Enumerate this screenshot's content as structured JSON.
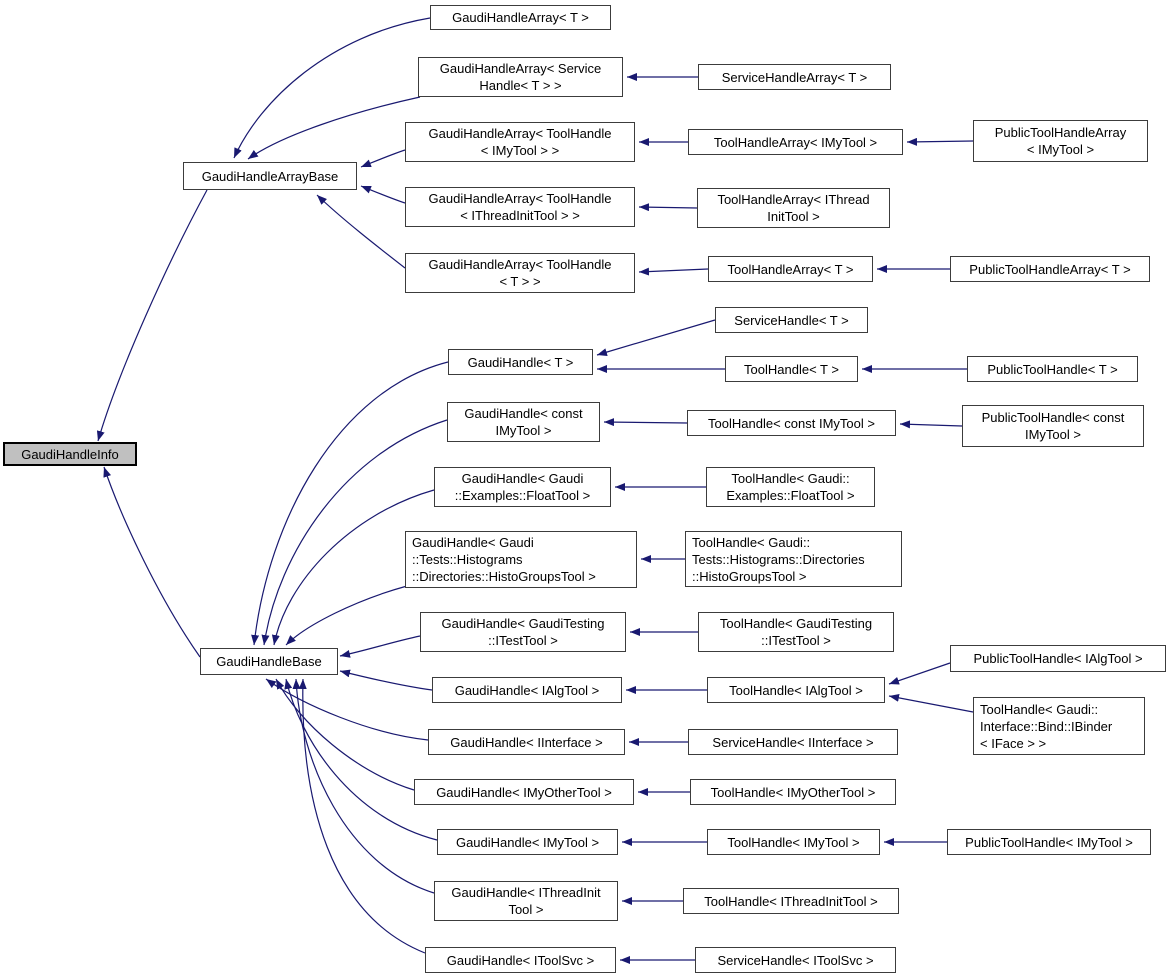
{
  "diagram": {
    "kind": "class-inheritance-graph",
    "root_class": "GaudiHandleInfo",
    "colors": {
      "edge": "#191970",
      "node_border": "#3c3c3c",
      "root_fill": "#c0c0c0",
      "node_fill": "#ffffff"
    }
  },
  "nodes": {
    "gaudiHandleInfo": {
      "label": "GaudiHandleInfo"
    },
    "gaudiHandleArrayBase": {
      "label": "GaudiHandleArrayBase"
    },
    "arrayT": {
      "label": "GaudiHandleArray< T >"
    },
    "arrayServiceHandle": {
      "label": "GaudiHandleArray< Service\nHandle< T > >"
    },
    "serviceHandleArrayT": {
      "label": "ServiceHandleArray< T >"
    },
    "arrayToolHandleIMyTool": {
      "label": "GaudiHandleArray< ToolHandle\n< IMyTool > >"
    },
    "toolHandleArrayIMyTool": {
      "label": "ToolHandleArray< IMyTool >"
    },
    "publicToolHandleArrayIMyTool": {
      "label": "PublicToolHandleArray\n< IMyTool >"
    },
    "arrayToolHandleIThreadInitTool": {
      "label": "GaudiHandleArray< ToolHandle\n< IThreadInitTool > >"
    },
    "toolHandleArrayIThreadInitTool": {
      "label": "ToolHandleArray< IThread\nInitTool >"
    },
    "arrayToolHandleT": {
      "label": "GaudiHandleArray< ToolHandle\n< T > >"
    },
    "toolHandleArrayT": {
      "label": "ToolHandleArray< T >"
    },
    "publicToolHandleArrayT": {
      "label": "PublicToolHandleArray< T >"
    },
    "gaudiHandleBase": {
      "label": "GaudiHandleBase"
    },
    "serviceHandleT": {
      "label": "ServiceHandle< T >"
    },
    "gaudiHandleT": {
      "label": "GaudiHandle< T >"
    },
    "toolHandleT": {
      "label": "ToolHandle< T >"
    },
    "publicToolHandleT": {
      "label": "PublicToolHandle< T >"
    },
    "gaudiHandleConstIMyTool": {
      "label": "GaudiHandle< const\nIMyTool >"
    },
    "toolHandleConstIMyTool": {
      "label": "ToolHandle< const IMyTool >"
    },
    "publicToolHandleConstIMyTool": {
      "label": "PublicToolHandle< const\nIMyTool >"
    },
    "gaudiHandleFloatTool": {
      "label": "GaudiHandle< Gaudi\n::Examples::FloatTool >"
    },
    "toolHandleFloatTool": {
      "label": "ToolHandle< Gaudi::\nExamples::FloatTool >"
    },
    "gaudiHandleHistoGroupsTool": {
      "label": "GaudiHandle< Gaudi\n::Tests::Histograms\n::Directories::HistoGroupsTool >"
    },
    "toolHandleHistoGroupsTool": {
      "label": "ToolHandle< Gaudi::\nTests::Histograms::Directories\n::HistoGroupsTool >"
    },
    "gaudiHandleITestTool": {
      "label": "GaudiHandle< GaudiTesting\n::ITestTool >"
    },
    "toolHandleITestTool": {
      "label": "ToolHandle< GaudiTesting\n::ITestTool >"
    },
    "gaudiHandleIAlgTool": {
      "label": "GaudiHandle< IAlgTool >"
    },
    "toolHandleIAlgTool": {
      "label": "ToolHandle< IAlgTool >"
    },
    "publicToolHandleIAlgTool": {
      "label": "PublicToolHandle< IAlgTool >"
    },
    "toolHandleIBinder": {
      "label": "ToolHandle< Gaudi::\nInterface::Bind::IBinder\n< IFace > >"
    },
    "gaudiHandleIInterface": {
      "label": "GaudiHandle< IInterface >"
    },
    "serviceHandleIInterface": {
      "label": "ServiceHandle< IInterface >"
    },
    "gaudiHandleIMyOtherTool": {
      "label": "GaudiHandle< IMyOtherTool >"
    },
    "toolHandleIMyOtherTool": {
      "label": "ToolHandle< IMyOtherTool >"
    },
    "gaudiHandleIMyTool": {
      "label": "GaudiHandle< IMyTool >"
    },
    "toolHandleIMyTool": {
      "label": "ToolHandle< IMyTool >"
    },
    "publicToolHandleIMyTool": {
      "label": "PublicToolHandle< IMyTool >"
    },
    "gaudiHandleIThreadInitTool": {
      "label": "GaudiHandle< IThreadInit\nTool >"
    },
    "toolHandleIThreadInitTool": {
      "label": "ToolHandle< IThreadInitTool >"
    },
    "gaudiHandleIToolSvc": {
      "label": "GaudiHandle< IToolSvc >"
    },
    "serviceHandleIToolSvc": {
      "label": "ServiceHandle< IToolSvc >"
    }
  },
  "edges": [
    {
      "from": "gaudiHandleArrayBase",
      "to": "gaudiHandleInfo"
    },
    {
      "from": "gaudiHandleBase",
      "to": "gaudiHandleInfo"
    },
    {
      "from": "arrayT",
      "to": "gaudiHandleArrayBase"
    },
    {
      "from": "arrayServiceHandle",
      "to": "gaudiHandleArrayBase"
    },
    {
      "from": "arrayToolHandleIMyTool",
      "to": "gaudiHandleArrayBase"
    },
    {
      "from": "arrayToolHandleIThreadInitTool",
      "to": "gaudiHandleArrayBase"
    },
    {
      "from": "arrayToolHandleT",
      "to": "gaudiHandleArrayBase"
    },
    {
      "from": "serviceHandleArrayT",
      "to": "arrayServiceHandle"
    },
    {
      "from": "toolHandleArrayIMyTool",
      "to": "arrayToolHandleIMyTool"
    },
    {
      "from": "publicToolHandleArrayIMyTool",
      "to": "toolHandleArrayIMyTool"
    },
    {
      "from": "toolHandleArrayIThreadInitTool",
      "to": "arrayToolHandleIThreadInitTool"
    },
    {
      "from": "toolHandleArrayT",
      "to": "arrayToolHandleT"
    },
    {
      "from": "publicToolHandleArrayT",
      "to": "toolHandleArrayT"
    },
    {
      "from": "gaudiHandleT",
      "to": "gaudiHandleBase"
    },
    {
      "from": "serviceHandleT",
      "to": "gaudiHandleT"
    },
    {
      "from": "toolHandleT",
      "to": "gaudiHandleT"
    },
    {
      "from": "publicToolHandleT",
      "to": "toolHandleT"
    },
    {
      "from": "gaudiHandleConstIMyTool",
      "to": "gaudiHandleBase"
    },
    {
      "from": "toolHandleConstIMyTool",
      "to": "gaudiHandleConstIMyTool"
    },
    {
      "from": "publicToolHandleConstIMyTool",
      "to": "toolHandleConstIMyTool"
    },
    {
      "from": "gaudiHandleFloatTool",
      "to": "gaudiHandleBase"
    },
    {
      "from": "toolHandleFloatTool",
      "to": "gaudiHandleFloatTool"
    },
    {
      "from": "gaudiHandleHistoGroupsTool",
      "to": "gaudiHandleBase"
    },
    {
      "from": "toolHandleHistoGroupsTool",
      "to": "gaudiHandleHistoGroupsTool"
    },
    {
      "from": "gaudiHandleITestTool",
      "to": "gaudiHandleBase"
    },
    {
      "from": "toolHandleITestTool",
      "to": "gaudiHandleITestTool"
    },
    {
      "from": "gaudiHandleIAlgTool",
      "to": "gaudiHandleBase"
    },
    {
      "from": "toolHandleIAlgTool",
      "to": "gaudiHandleIAlgTool"
    },
    {
      "from": "publicToolHandleIAlgTool",
      "to": "toolHandleIAlgTool"
    },
    {
      "from": "toolHandleIBinder",
      "to": "toolHandleIAlgTool"
    },
    {
      "from": "gaudiHandleIInterface",
      "to": "gaudiHandleBase"
    },
    {
      "from": "serviceHandleIInterface",
      "to": "gaudiHandleIInterface"
    },
    {
      "from": "gaudiHandleIMyOtherTool",
      "to": "gaudiHandleBase"
    },
    {
      "from": "toolHandleIMyOtherTool",
      "to": "gaudiHandleIMyOtherTool"
    },
    {
      "from": "gaudiHandleIMyTool",
      "to": "gaudiHandleBase"
    },
    {
      "from": "toolHandleIMyTool",
      "to": "gaudiHandleIMyTool"
    },
    {
      "from": "publicToolHandleIMyTool",
      "to": "toolHandleIMyTool"
    },
    {
      "from": "gaudiHandleIThreadInitTool",
      "to": "gaudiHandleBase"
    },
    {
      "from": "toolHandleIThreadInitTool",
      "to": "gaudiHandleIThreadInitTool"
    },
    {
      "from": "gaudiHandleIToolSvc",
      "to": "gaudiHandleBase"
    },
    {
      "from": "serviceHandleIToolSvc",
      "to": "gaudiHandleIToolSvc"
    }
  ]
}
